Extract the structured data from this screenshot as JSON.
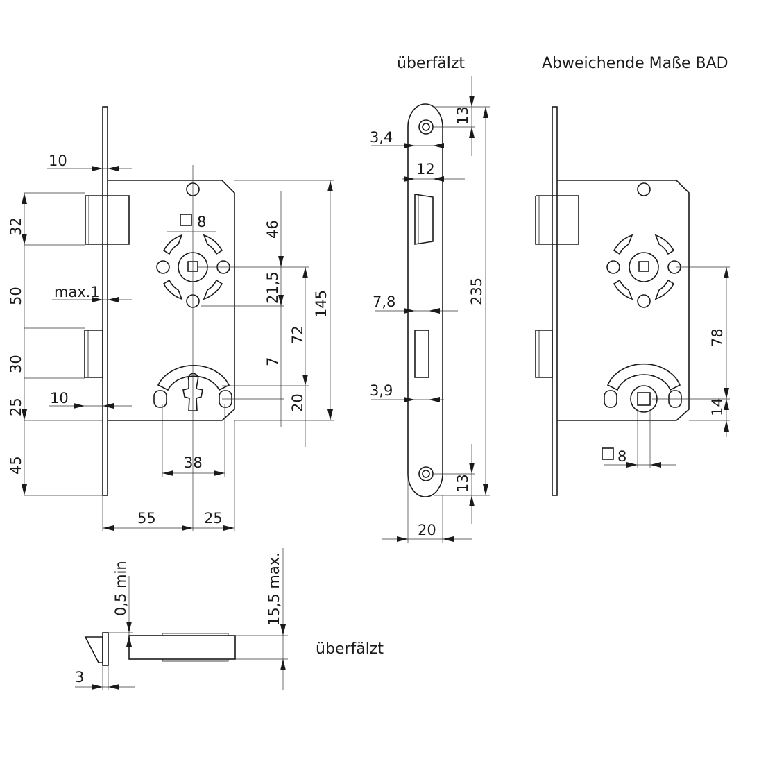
{
  "captions": {
    "top_middle": "überfälzt",
    "top_right": "Abweichende Maße BAD",
    "bottom": "überfälzt"
  },
  "dimensions": {
    "left": {
      "d10_top": "10",
      "d32": "32",
      "d50": "50",
      "dmax1": "max.1",
      "d30": "30",
      "d10_mid": "10",
      "d25_left": "25",
      "d45": "45",
      "d8": "8",
      "d46": "46",
      "d21_5": "21,5",
      "d72": "72",
      "d145": "145",
      "d7": "7",
      "d20_right": "20",
      "d38": "38",
      "d55": "55",
      "d25_bottom": "25"
    },
    "middle": {
      "d13_top": "13",
      "d3_4": "3,4",
      "d12": "12",
      "d235": "235",
      "d7_8": "7,8",
      "d3_9": "3,9",
      "d13_bottom": "13",
      "d20": "20"
    },
    "right": {
      "d78": "78",
      "d14": "14",
      "d8": "8"
    },
    "bottom": {
      "d0_5min": "0,5 min",
      "d15_5max": "15,5 max.",
      "d3": "3"
    }
  }
}
